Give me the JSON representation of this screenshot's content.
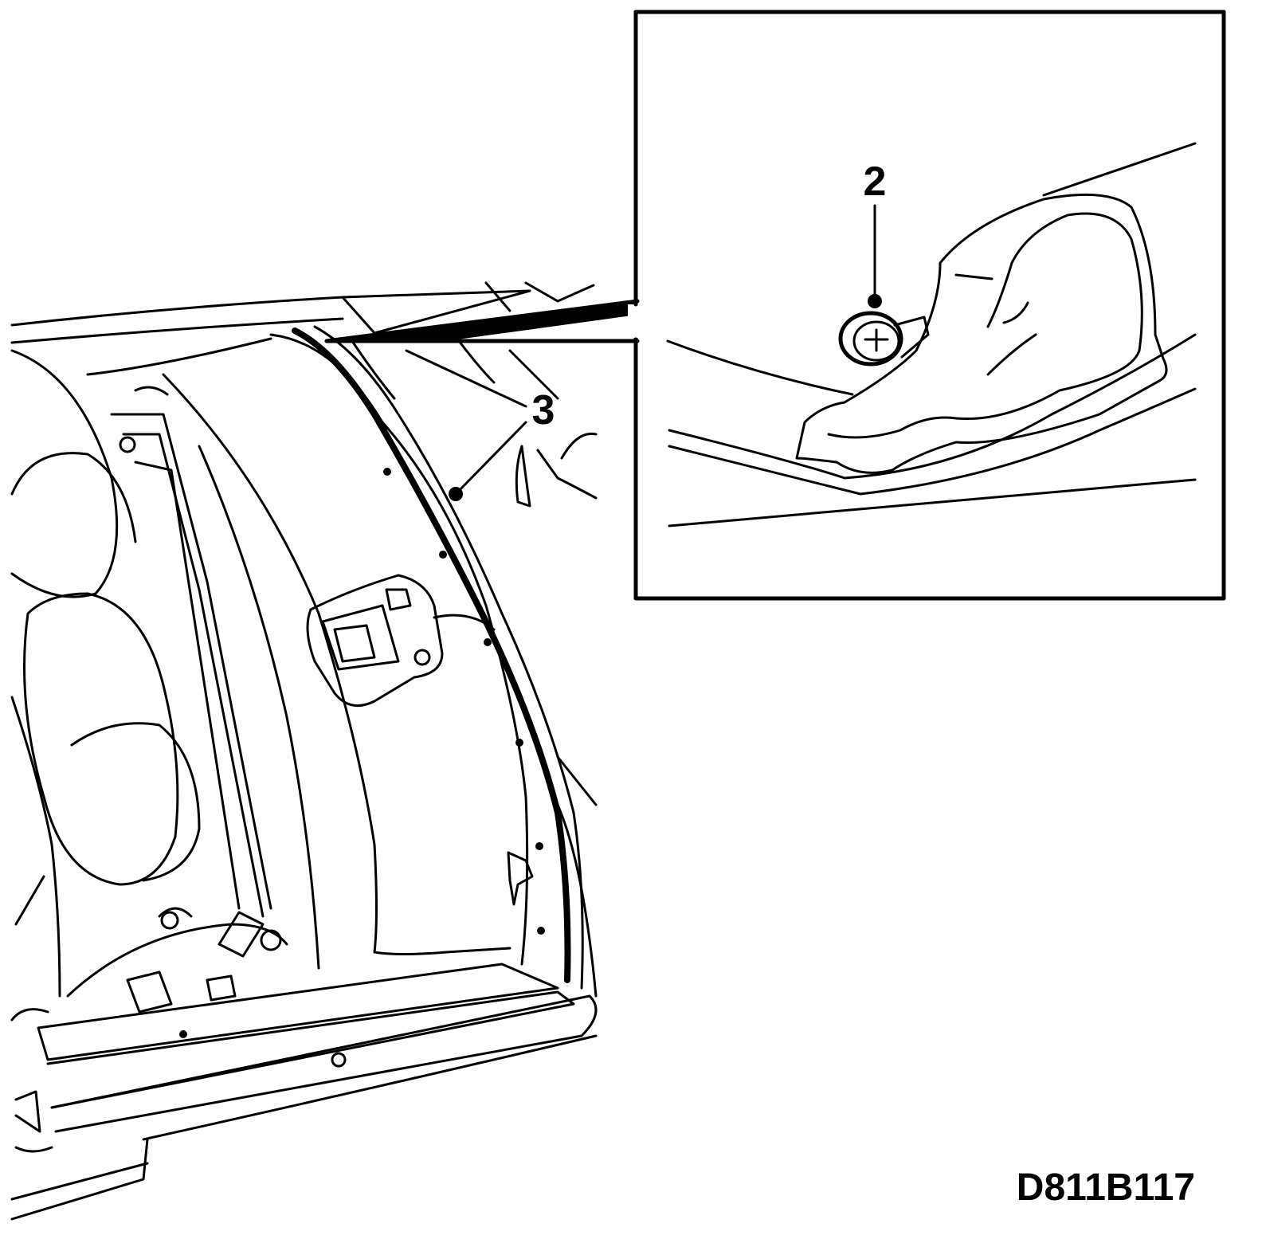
{
  "figure_id": "D811B117",
  "callouts": [
    {
      "number": "2",
      "part": "screw"
    },
    {
      "number": "3",
      "part": "weatherstrip"
    }
  ],
  "colors": {
    "line": "#000000",
    "background": "#ffffff"
  }
}
